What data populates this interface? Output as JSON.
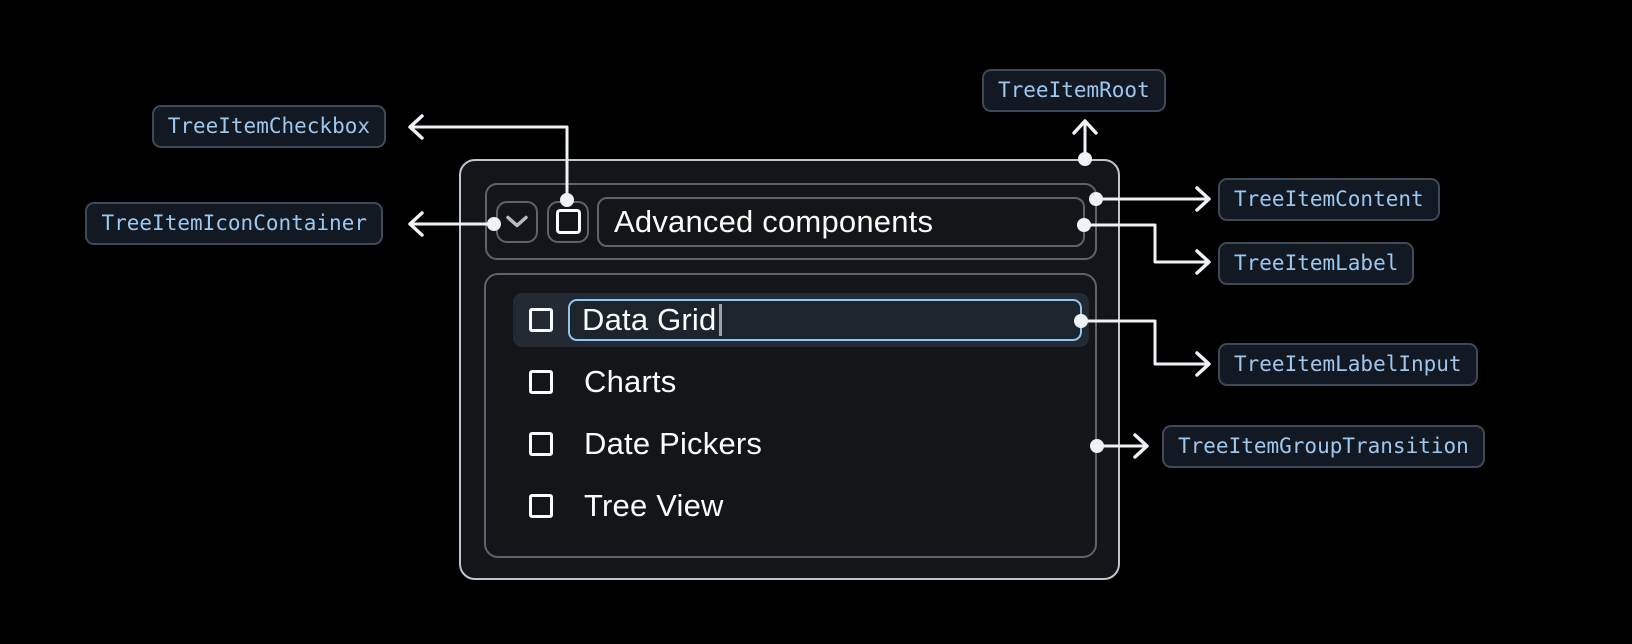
{
  "anatomy": {
    "root": {
      "label": "TreeItemRoot"
    },
    "content": {
      "label": "TreeItemContent"
    },
    "label": {
      "label": "TreeItemLabel"
    },
    "label_input": {
      "label": "TreeItemLabelInput"
    },
    "group_transition": {
      "label": "TreeItemGroupTransition"
    },
    "checkbox": {
      "label": "TreeItemCheckbox"
    },
    "icon_container": {
      "label": "TreeItemIconContainer"
    }
  },
  "tree": {
    "parent_item": {
      "label": "Advanced components",
      "expanded": true,
      "checked": false,
      "expand_icon": "chevron-down-icon",
      "checkbox_icon": "square-unchecked-icon"
    },
    "children": [
      {
        "label": "Data Grid",
        "editing": true,
        "input_value": "Data Grid",
        "checked": false
      },
      {
        "label": "Charts",
        "checked": false
      },
      {
        "label": "Date Pickers",
        "checked": false
      },
      {
        "label": "Tree View",
        "checked": false
      }
    ]
  },
  "colors": {
    "background": "#000000",
    "surface": "#131519",
    "root_border": "#bdc5cd",
    "inner_border": "#5c636b",
    "row_highlight": "#232a33",
    "input_accent": "#90c5f3",
    "text": "#fafbfc",
    "chevron": "#b7bdc3",
    "connector": "#eef1f5",
    "badge_background": "#131922",
    "badge_border": "#3e4a57",
    "badge_text": "#9cc7ef",
    "caret": "#9aa1a8"
  }
}
